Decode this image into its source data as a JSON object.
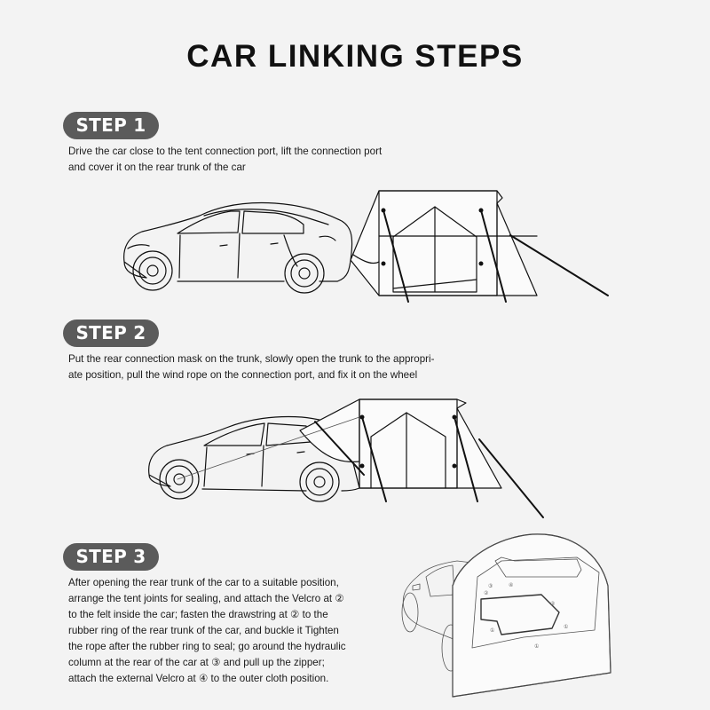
{
  "title": "CAR LINKING STEPS",
  "steps": [
    {
      "label": "STEP 1",
      "lines": [
        "Drive the car close to the tent connection port, lift the connection port",
        "and cover it on the rear trunk of the car"
      ]
    },
    {
      "label": "STEP 2",
      "lines": [
        "Put the rear connection mask on the trunk, slowly open the trunk to the appropri-",
        "ate position, pull the wind rope on the connection port, and fix it on the wheel"
      ]
    },
    {
      "label": "STEP 3",
      "lines": [
        "After opening the rear trunk of the car to a suitable position,",
        "arrange the tent joints for sealing, and attach the Velcro at ②",
        "to the felt inside the car; fasten the drawstring at ② to the",
        "rubber ring of the rear trunk of the car, and buckle it Tighten",
        "the rope after the rubber ring to seal; go around the hydraulic",
        "column at the rear of the car at ③ and pull up the zipper;",
        "attach the external Velcro at ④ to the outer cloth position."
      ]
    }
  ],
  "diagram_markers": [
    "①",
    "②",
    "③",
    "④"
  ],
  "colors": {
    "background": "#f3f3f3",
    "pill": "#5b5b5b",
    "pill_text": "#ffffff",
    "text": "#1a1a1a"
  }
}
